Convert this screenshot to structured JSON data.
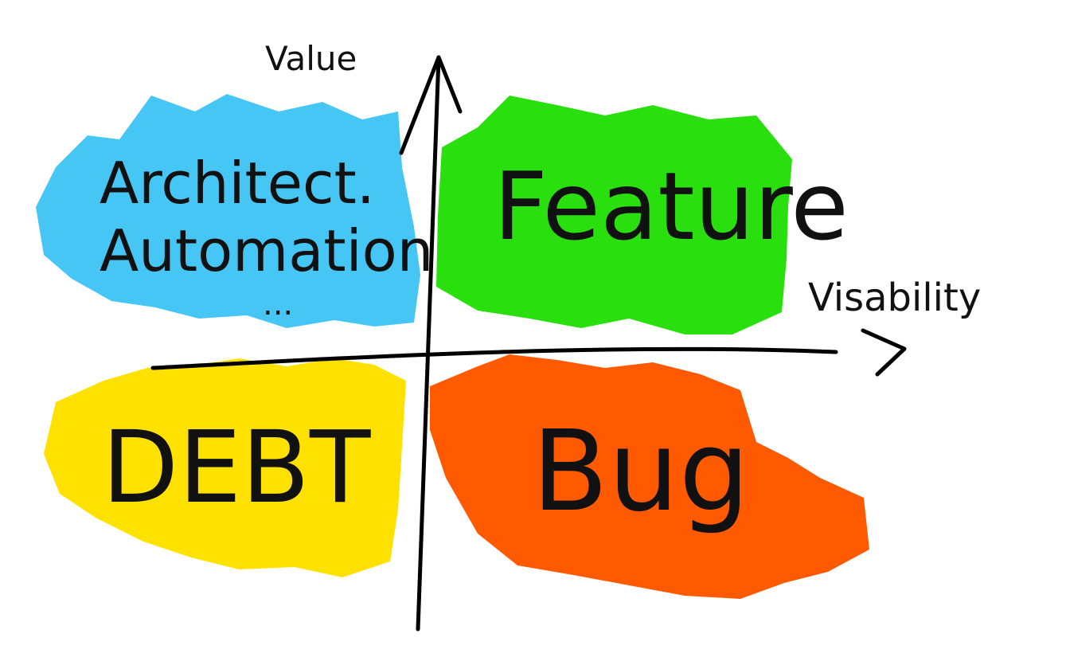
{
  "axes": {
    "y_label": "Value",
    "x_label": "Visability"
  },
  "quadrants": {
    "top_left": {
      "lines": [
        "Architect.",
        "Automation",
        "..."
      ],
      "color": "#45C6F5"
    },
    "top_right": {
      "label": "Feature",
      "color": "#29E00E"
    },
    "bottom_left": {
      "label": "DEBT",
      "color": "#FFE100"
    },
    "bottom_right": {
      "label": "Bug",
      "color": "#FF5A00"
    }
  }
}
